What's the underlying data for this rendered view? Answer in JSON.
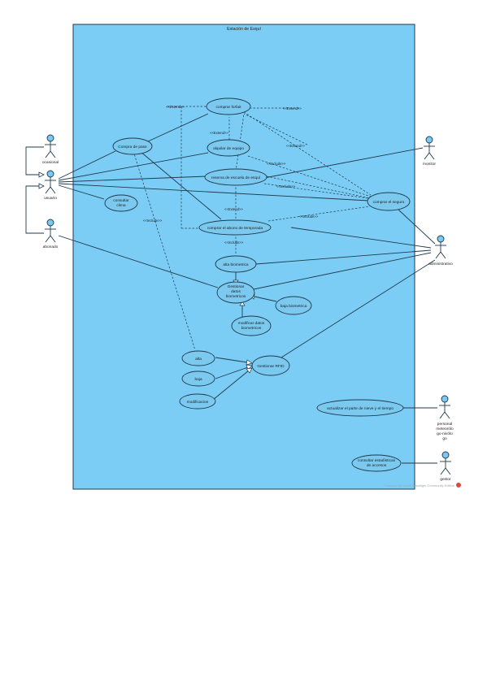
{
  "system": {
    "title": "Estación de Esquí"
  },
  "watermark": "Powered By Visual Paradigm Community Edition",
  "colors": {
    "boundary": "#7ccdf5",
    "usecase": "#7cc9f0",
    "line": "#1f3a4d"
  },
  "actors": [
    {
      "id": "ocasional",
      "label": "ocasional"
    },
    {
      "id": "usuario",
      "label": "usuario"
    },
    {
      "id": "abonado",
      "label": "abonado"
    },
    {
      "id": "monitor",
      "label": "monitor"
    },
    {
      "id": "administrativo",
      "label": "administrativo"
    },
    {
      "id": "personal",
      "label": "personal meteorólo go-nivólo go"
    },
    {
      "id": "gestor",
      "label": "gestor"
    }
  ],
  "usecases": [
    {
      "id": "forfait",
      "label": "comprar forfait"
    },
    {
      "id": "pase",
      "label": "Compra de pase"
    },
    {
      "id": "equipo",
      "label": "alquilar de equipo"
    },
    {
      "id": "escuela",
      "label": "reserva de escuela de esquí"
    },
    {
      "id": "seguro",
      "label": "comprar el seguro"
    },
    {
      "id": "consultar_clima",
      "label": "consultar clima"
    },
    {
      "id": "abono",
      "label": "comprar el abono de temporada"
    },
    {
      "id": "alta_bio",
      "label": "alta biometrica"
    },
    {
      "id": "gest_bio",
      "label": "Gestionar datos biometricos"
    },
    {
      "id": "baja_bio",
      "label": "baja biometrica"
    },
    {
      "id": "mod_bio",
      "label": "modificar datos biometricos"
    },
    {
      "id": "alta",
      "label": "alta"
    },
    {
      "id": "baja",
      "label": "baja"
    },
    {
      "id": "modificacion",
      "label": "modificacion"
    },
    {
      "id": "rfid",
      "label": "Gestionar RFID"
    },
    {
      "id": "parte",
      "label": "actualizar el parte de nieve y el tiempo"
    },
    {
      "id": "estadisticas",
      "label": "consultar estadísticas de accesos"
    }
  ],
  "stereotypes": {
    "extend": "<<Extend>>",
    "include": "<<Include>>"
  }
}
